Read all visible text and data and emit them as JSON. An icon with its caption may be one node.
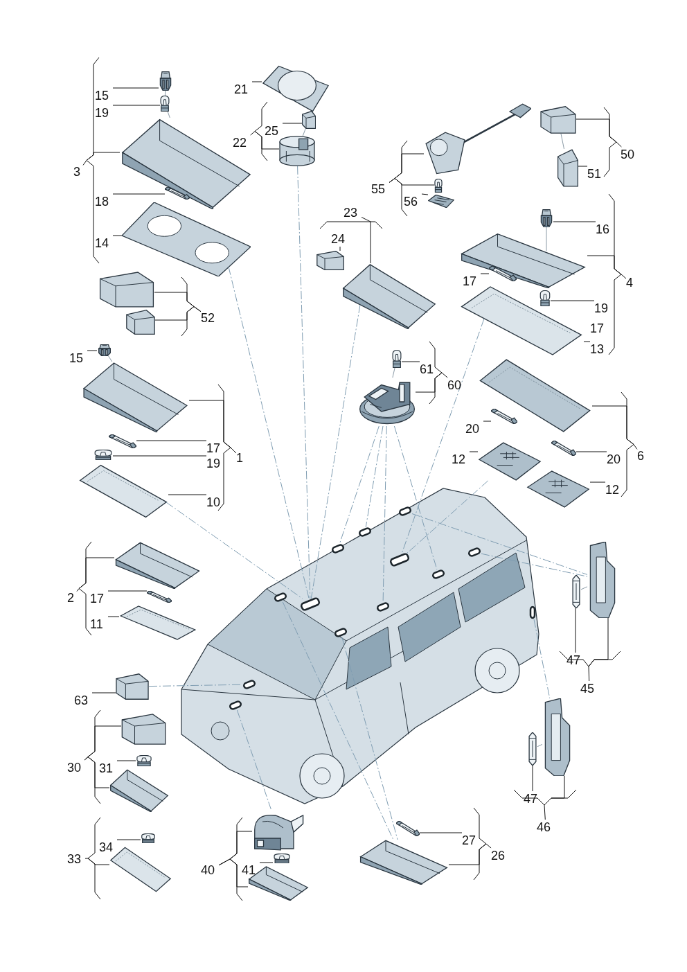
{
  "diagram": {
    "nodes": [
      {
        "text": [],
        "shape": "picture"
      },
      {
        "text": [
          "15"
        ]
      },
      {
        "text": [],
        "shape": "picture"
      },
      {
        "text": [
          "19"
        ]
      },
      {
        "text": [],
        "shape": "picture"
      },
      {
        "text": [],
        "shape": "picture"
      },
      {
        "text": [
          "18"
        ]
      },
      {
        "text": [],
        "shape": "picture"
      },
      {
        "text": [
          "14"
        ]
      },
      {
        "text": [],
        "shape": "picture"
      },
      {
        "text": [
          "21"
        ]
      },
      {
        "text": [],
        "shape": "picture"
      },
      {
        "text": [
          "25"
        ]
      },
      {
        "text": [],
        "shape": "picture"
      },
      {
        "text": [],
        "shape": "picture"
      },
      {
        "text": [],
        "shape": "picture"
      },
      {
        "text": [],
        "shape": "picture"
      },
      {
        "text": [
          "24"
        ]
      },
      {
        "text": [],
        "shape": "picture"
      },
      {
        "text": [],
        "shape": "picture"
      },
      {
        "text": [],
        "shape": "picture"
      },
      {
        "text": [],
        "shape": "picture"
      },
      {
        "text": [
          "56"
        ]
      },
      {
        "text": [],
        "shape": "picture"
      },
      {
        "text": [],
        "shape": "picture"
      },
      {
        "text": [
          "51"
        ]
      },
      {
        "text": [],
        "shape": "picture"
      },
      {
        "text": [
          "16"
        ]
      },
      {
        "text": [],
        "shape": "picture"
      },
      {
        "text": [],
        "shape": "picture"
      },
      {
        "text": [
          "17"
        ]
      },
      {
        "text": [],
        "shape": "picture"
      },
      {
        "text": [
          "19"
        ]
      },
      {
        "text": [],
        "shape": "picture"
      },
      {
        "text": [
          "13"
        ]
      },
      {
        "text": [],
        "shape": "picture"
      },
      {
        "text": [
          "15"
        ]
      },
      {
        "text": [],
        "shape": "picture"
      },
      {
        "text": [],
        "shape": "picture"
      },
      {
        "text": [
          "17"
        ]
      },
      {
        "text": [],
        "shape": "picture"
      },
      {
        "text": [
          "19"
        ]
      },
      {
        "text": [],
        "shape": "picture"
      },
      {
        "text": [
          "10"
        ]
      },
      {
        "text": [],
        "shape": "picture"
      },
      {
        "text": [
          "61"
        ]
      },
      {
        "text": [],
        "shape": "picture"
      },
      {
        "text": [],
        "shape": "picture"
      },
      {
        "text": [],
        "shape": "picture"
      },
      {
        "text": [
          "20"
        ]
      },
      {
        "text": [],
        "shape": "picture"
      },
      {
        "text": [
          "20"
        ]
      },
      {
        "text": [],
        "shape": "picture"
      },
      {
        "text": [
          "12"
        ]
      },
      {
        "text": [],
        "shape": "picture"
      },
      {
        "text": [
          "12"
        ]
      },
      {
        "text": [],
        "shape": "picture"
      },
      {
        "text": [],
        "shape": "picture"
      },
      {
        "text": [
          "17"
        ]
      },
      {
        "text": [],
        "shape": "picture"
      },
      {
        "text": [
          "11"
        ]
      },
      {
        "text": [],
        "shape": "picture"
      },
      {
        "text": [],
        "shape": "box",
        "in": 61
      },
      {
        "text": [],
        "shape": "box",
        "in": 61
      },
      {
        "text": [],
        "shape": "box",
        "in": 61
      },
      {
        "text": [],
        "shape": "box",
        "in": 61
      },
      {
        "text": [],
        "shape": "box",
        "in": 61
      },
      {
        "text": [],
        "shape": "box",
        "in": 61
      },
      {
        "text": [],
        "shape": "box",
        "in": 61
      },
      {
        "text": [],
        "shape": "box",
        "in": 61
      },
      {
        "text": [],
        "shape": "box",
        "in": 61
      },
      {
        "text": [],
        "shape": "box",
        "in": 61
      },
      {
        "text": [],
        "shape": "box",
        "in": 61
      },
      {
        "text": [],
        "shape": "box",
        "in": 61
      },
      {
        "text": [],
        "shape": "box",
        "in": 61
      },
      {
        "text": [],
        "shape": "picture"
      },
      {
        "text": [],
        "shape": "picture"
      },
      {
        "text": [
          "47"
        ]
      },
      {
        "text": [],
        "shape": "picture"
      },
      {
        "text": [],
        "shape": "picture"
      },
      {
        "text": [
          "47"
        ]
      },
      {
        "text": [],
        "shape": "picture"
      },
      {
        "text": [
          "63"
        ]
      },
      {
        "text": [],
        "shape": "picture"
      },
      {
        "text": [],
        "shape": "picture"
      },
      {
        "text": [
          "31"
        ]
      },
      {
        "text": [],
        "shape": "picture"
      },
      {
        "text": [],
        "shape": "picture"
      },
      {
        "text": [
          "34"
        ]
      },
      {
        "text": [],
        "shape": "picture"
      },
      {
        "text": [],
        "shape": "picture"
      },
      {
        "text": [],
        "shape": "picture"
      },
      {
        "text": [
          "41"
        ]
      },
      {
        "text": [],
        "shape": "picture"
      },
      {
        "text": [],
        "shape": "picture"
      },
      {
        "text": [
          "27"
        ]
      },
      {
        "text": [],
        "shape": "picture"
      },
      {
        "text": [
          "3"
        ]
      },
      {
        "text": [
          "22"
        ]
      },
      {
        "text": [
          "52"
        ]
      },
      {
        "text": [
          "23"
        ]
      },
      {
        "text": [
          "55"
        ]
      },
      {
        "text": [
          "50"
        ]
      },
      {
        "text": [
          "4"
        ]
      },
      {
        "text": [
          "1"
        ]
      },
      {
        "text": [
          "60"
        ]
      },
      {
        "text": [
          "6"
        ]
      },
      {
        "text": [
          "2"
        ]
      },
      {
        "text": [
          "45"
        ]
      },
      {
        "text": [
          "46"
        ]
      },
      {
        "text": [
          "30"
        ]
      },
      {
        "text": [
          "33"
        ]
      },
      {
        "text": [
          "40"
        ]
      },
      {
        "text": [
          "26"
        ]
      }
    ],
    "edges": [
      {
        "from": 1,
        "to": 0,
        "arrow": "none"
      },
      {
        "from": 3,
        "to": 2,
        "arrow": "none"
      },
      {
        "from": 6,
        "to": 5,
        "arrow": "none"
      },
      {
        "from": 8,
        "to": 7,
        "arrow": "none"
      },
      {
        "from": 10,
        "to": 9,
        "arrow": "none"
      },
      {
        "from": 12,
        "to": 11,
        "arrow": "none"
      },
      {
        "from": 17,
        "to": 16,
        "arrow": "none"
      },
      {
        "from": 22,
        "to": 21,
        "arrow": "none"
      },
      {
        "from": 25,
        "to": 24,
        "arrow": "none"
      },
      {
        "from": 27,
        "to": 26,
        "arrow": "none"
      },
      {
        "from": 30,
        "to": 29,
        "arrow": "none"
      },
      {
        "from": 32,
        "to": 31,
        "arrow": "none"
      },
      {
        "from": 34,
        "to": 33,
        "arrow": "none"
      },
      {
        "from": 36,
        "to": 35,
        "arrow": "none"
      },
      {
        "from": 39,
        "to": 38,
        "arrow": "none"
      },
      {
        "from": 41,
        "to": 40,
        "arrow": "none"
      },
      {
        "from": 43,
        "to": 42,
        "arrow": "none"
      },
      {
        "from": 45,
        "to": 44,
        "arrow": "none"
      },
      {
        "from": 49,
        "to": 48,
        "arrow": "none"
      },
      {
        "from": 51,
        "to": 50,
        "arrow": "none"
      },
      {
        "from": 53,
        "to": 52,
        "arrow": "none"
      },
      {
        "from": 55,
        "to": 54,
        "arrow": "none"
      },
      {
        "from": 58,
        "to": 57,
        "arrow": "none"
      },
      {
        "from": 60,
        "to": 59,
        "arrow": "none"
      },
      {
        "from": 77,
        "to": 76,
        "arrow": "none"
      },
      {
        "from": 80,
        "to": 79,
        "arrow": "none"
      },
      {
        "from": 82,
        "to": 81,
        "arrow": "none"
      },
      {
        "from": 85,
        "to": 84,
        "arrow": "none"
      },
      {
        "from": 88,
        "to": 87,
        "arrow": "none"
      },
      {
        "from": 92,
        "to": 91,
        "arrow": "none"
      },
      {
        "from": 95,
        "to": 94,
        "arrow": "none"
      },
      {
        "from": 97,
        "to": 4,
        "arrow": "none"
      },
      {
        "from": 98,
        "to": 13,
        "arrow": "none"
      },
      {
        "from": 99,
        "to": 14,
        "arrow": "none"
      },
      {
        "from": 99,
        "to": 15,
        "arrow": "none"
      },
      {
        "from": 100,
        "to": 18,
        "arrow": "none"
      },
      {
        "from": 101,
        "to": 19,
        "arrow": "none"
      },
      {
        "from": 101,
        "to": 20,
        "arrow": "none"
      },
      {
        "from": 102,
        "to": 23,
        "arrow": "none"
      },
      {
        "from": 103,
        "to": 28,
        "arrow": "none"
      },
      {
        "from": 104,
        "to": 37,
        "arrow": "none"
      },
      {
        "from": 105,
        "to": 46,
        "arrow": "none"
      },
      {
        "from": 106,
        "to": 47,
        "arrow": "none"
      },
      {
        "from": 107,
        "to": 56,
        "arrow": "none"
      },
      {
        "from": 108,
        "to": 75,
        "arrow": "none"
      },
      {
        "from": 109,
        "to": 78,
        "arrow": "none"
      },
      {
        "from": 110,
        "to": 83,
        "arrow": "none"
      },
      {
        "from": 110,
        "to": 86,
        "arrow": "none"
      },
      {
        "from": 111,
        "to": 89,
        "arrow": "none"
      },
      {
        "from": 112,
        "to": 90,
        "arrow": "none"
      },
      {
        "from": 112,
        "to": 93,
        "arrow": "none"
      },
      {
        "from": 113,
        "to": 96,
        "arrow": "none"
      },
      {
        "from": 7,
        "to": 69,
        "arrow": "none",
        "style": "dashed",
        "color": "#7f9db2"
      },
      {
        "from": 13,
        "to": 69,
        "arrow": "none",
        "style": "dashed",
        "color": "#7f9db2"
      },
      {
        "from": 18,
        "to": 69,
        "arrow": "none",
        "style": "dashed",
        "color": "#7f9db2"
      },
      {
        "from": 42,
        "to": 69,
        "arrow": "none",
        "style": "dashed",
        "color": "#7f9db2"
      },
      {
        "from": 46,
        "to": 64,
        "arrow": "none",
        "style": "dashed",
        "color": "#7f9db2"
      },
      {
        "from": 46,
        "to": 63,
        "arrow": "none",
        "style": "dashed",
        "color": "#7f9db2"
      },
      {
        "from": 46,
        "to": 70,
        "arrow": "none",
        "style": "dashed",
        "color": "#7f9db2"
      },
      {
        "from": 46,
        "to": 67,
        "arrow": "none",
        "style": "dashed",
        "color": "#7f9db2"
      },
      {
        "from": 33,
        "to": 65,
        "arrow": "none",
        "style": "dashed",
        "color": "#7f9db2"
      },
      {
        "from": 52,
        "to": 65,
        "arrow": "none",
        "style": "dashed",
        "color": "#7f9db2"
      },
      {
        "from": 62,
        "to": 75,
        "arrow": "none",
        "style": "dashed",
        "color": "#7f9db2"
      },
      {
        "from": 66,
        "to": 75,
        "arrow": "none",
        "style": "dashed",
        "color": "#7f9db2"
      },
      {
        "from": 72,
        "to": 78,
        "arrow": "none",
        "style": "dashed",
        "color": "#7f9db2"
      },
      {
        "from": 81,
        "to": 73,
        "arrow": "none",
        "style": "dashed",
        "color": "#7f9db2"
      },
      {
        "from": 74,
        "to": 90,
        "arrow": "none",
        "style": "dashed",
        "color": "#7f9db2"
      },
      {
        "from": 68,
        "to": 96,
        "arrow": "none",
        "style": "dashed",
        "color": "#7f9db2"
      },
      {
        "from": 71,
        "to": 96,
        "arrow": "none",
        "style": "dashed",
        "color": "#7f9db2"
      },
      {
        "from": 0,
        "to": 2,
        "arrow": "none",
        "color": "#8a9aa6"
      },
      {
        "from": 2,
        "to": 4,
        "arrow": "none",
        "color": "#8a9aa6"
      },
      {
        "from": 26,
        "to": 28,
        "arrow": "none",
        "color": "#8a9aa6"
      },
      {
        "from": 35,
        "to": 37,
        "arrow": "none",
        "color": "#8a9aa6"
      },
      {
        "from": 44,
        "to": 46,
        "arrow": "none",
        "color": "#8a9aa6"
      },
      {
        "from": 76,
        "to": 75,
        "arrow": "none",
        "color": "#8a9aa6"
      },
      {
        "from": 79,
        "to": 78,
        "arrow": "none",
        "color": "#8a9aa6"
      },
      {
        "from": 11,
        "to": 13,
        "arrow": "none",
        "color": "#8a9aa6"
      },
      {
        "from": 23,
        "to": 24,
        "arrow": "none",
        "color": "#8a9aa6"
      }
    ],
    "labels": [
      "17"
    ]
  }
}
